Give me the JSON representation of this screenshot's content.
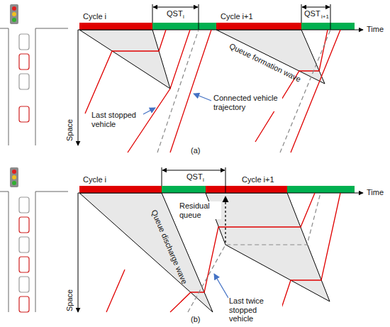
{
  "diagram": {
    "labels": [
      "Cycle i",
      "QST",
      "i",
      "Cycle i+1",
      "QST",
      "i+1",
      "Time",
      "Queue formation wave",
      "Last stopped vehicle",
      "Connected vehicle trajectory",
      "Space",
      "(a)",
      "Cycle i",
      "QST",
      "i",
      "Cycle i+1",
      "Time",
      "Queue discharge wave",
      "Residual queue",
      "Last twice stopped vehicle",
      "Space",
      "(b)"
    ]
  }
}
